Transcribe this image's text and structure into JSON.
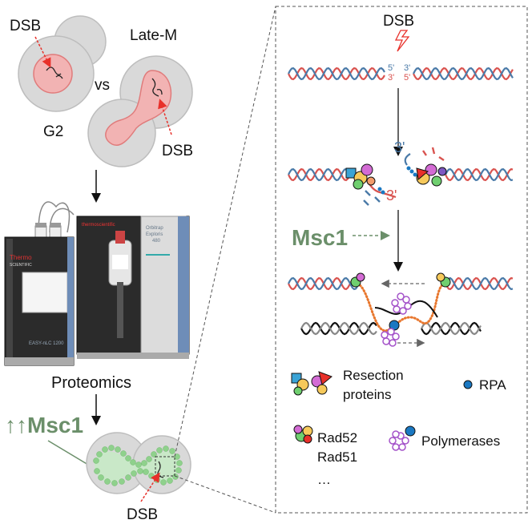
{
  "left": {
    "g2_cell": {
      "dsb_label": "DSB",
      "phase_label": "G2"
    },
    "vs_label": "vs",
    "late_m_cell": {
      "phase_label": "Late-M",
      "dsb_label": "DSB"
    },
    "instruments": {
      "lc_brand": "Thermo",
      "lc_brand_sub": "SCIENTIFIC",
      "lc_model": "EASY-nLC 1200",
      "ms_brand": "thermoscientific",
      "ms_model_line1": "Orbitrap",
      "ms_model_line2": "Exploris",
      "ms_model_line3": "480"
    },
    "proteomics_label": "Proteomics",
    "result_label": "↑↑Msc1",
    "bottom_dsb_label": "DSB"
  },
  "right": {
    "top_dsb_label": "DSB",
    "end_labels": {
      "left_top": "5'",
      "left_bottom": "3'",
      "right_top": "3'",
      "right_bottom": "5'"
    },
    "overhang_labels": {
      "top": "3'",
      "bottom": "3'"
    },
    "msc1_label": "Msc1",
    "legend": {
      "resection": "Resection proteins",
      "resection_line1": "Resection",
      "resection_line2": "proteins",
      "rpa": "RPA",
      "rad52": "Rad52",
      "rad51": "Rad51",
      "ellipsis": "…",
      "polymerases": "Polymerases"
    }
  },
  "colors": {
    "cell_fill": "#d9d9d9",
    "nucleus_fill": "#f2b3b3",
    "nucleus_stroke": "#e07b7b",
    "dsb_arrow": "#e8302a",
    "msc1_green": "#6b8f6a",
    "msc1_dot": "#8fd18c",
    "dna_red": "#d9534f",
    "dna_blue": "#4a7aa8",
    "rpa_blue": "#1a78c2",
    "ssDNA_orange": "#e8772e",
    "polymerase_purple": "#a453c9"
  }
}
